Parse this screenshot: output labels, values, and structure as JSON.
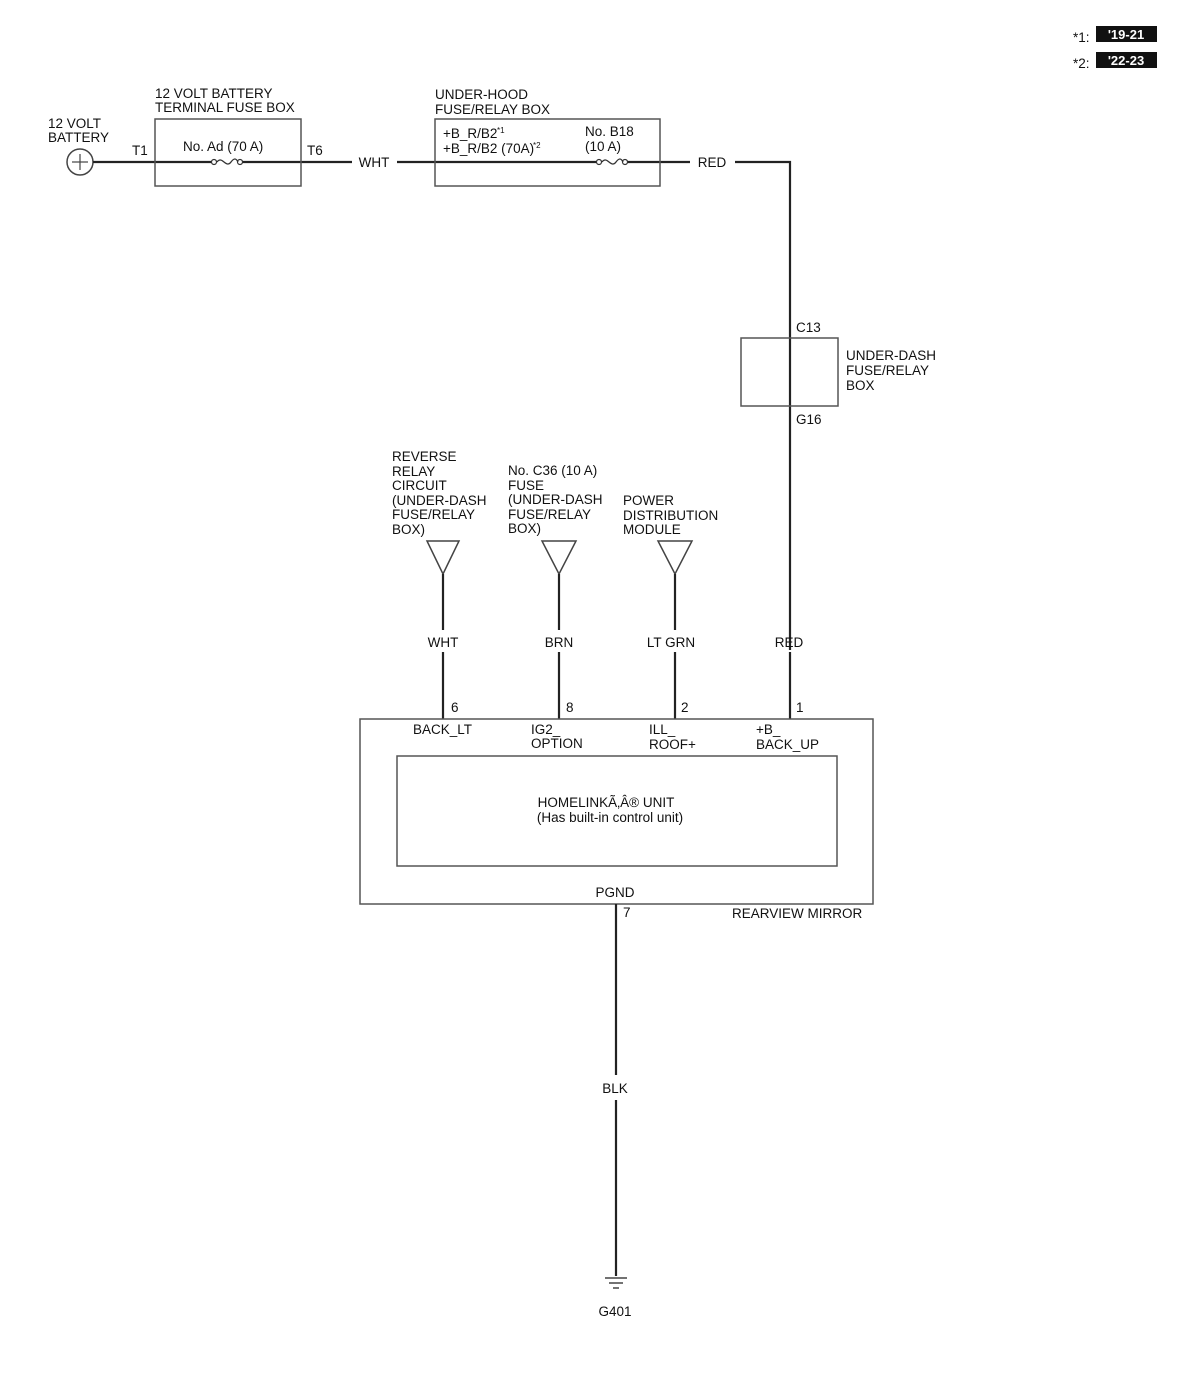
{
  "legend": [
    {
      "key": "*1:",
      "value": "'19-21"
    },
    {
      "key": "*2:",
      "value": "'22-23"
    }
  ],
  "battery": {
    "label_1": "12 VOLT",
    "label_2": "BATTERY"
  },
  "terminal_fuse_box": {
    "title_1": "12 VOLT BATTERY",
    "title_2": "TERMINAL FUSE BOX",
    "fuse": "No. Ad (70 A)",
    "terminal_in": "T1",
    "terminal_out": "T6"
  },
  "underhood_box": {
    "title_1": "UNDER-HOOD",
    "title_2": "FUSE/RELAY BOX",
    "circuit_1": "+B_R/B2",
    "circuit_1_sup": "*1",
    "circuit_2": "+B_R/B2 (70A)",
    "circuit_2_sup": "*2",
    "fuse_1": "No. B18",
    "fuse_2": "(10 A)"
  },
  "underdash_box": {
    "title_1": "UNDER-DASH",
    "title_2": "FUSE/RELAY",
    "title_3": "BOX",
    "terminal_in": "C13",
    "terminal_out": "G16"
  },
  "sources": {
    "reverse_relay": [
      "REVERSE",
      "RELAY",
      "CIRCUIT",
      "(UNDER-DASH",
      "FUSE/RELAY",
      "BOX)"
    ],
    "c36_fuse": [
      "No. C36 (10 A)",
      "FUSE",
      "(UNDER-DASH",
      "FUSE/RELAY",
      "BOX)"
    ],
    "pdm": [
      "POWER",
      "DISTRIBUTION",
      "MODULE"
    ]
  },
  "wires": {
    "battery_to_underhood": "WHT",
    "underhood_out": "RED",
    "reverse": "WHT",
    "c36": "BRN",
    "pdm": "LT GRN",
    "backup": "RED",
    "ground": "BLK"
  },
  "mirror": {
    "pin_6": "6",
    "pin_8": "8",
    "pin_2": "2",
    "pin_1": "1",
    "pin_7": "7",
    "sig_back_lt": "BACK_LT",
    "sig_ig2_1": "IG2_",
    "sig_ig2_2": "OPTION",
    "sig_ill_1": "ILL_",
    "sig_ill_2": "ROOF+",
    "sig_b_1": "+B_",
    "sig_b_2": "BACK_UP",
    "unit_1": "HOMELINKÃ‚Â® UNIT",
    "unit_2": "(Has built-in control unit)",
    "pgnd": "PGND",
    "label": "REARVIEW MIRROR"
  },
  "ground": {
    "label": "G401"
  }
}
